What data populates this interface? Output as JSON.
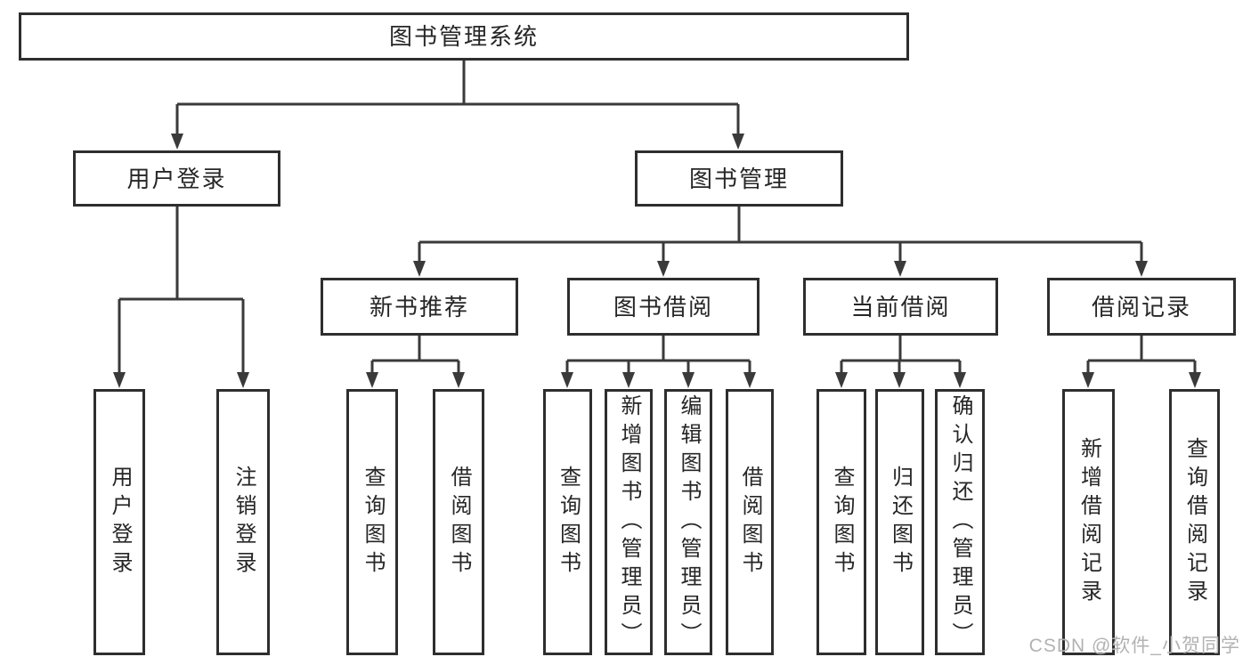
{
  "nodes": {
    "root": "图书管理系统",
    "userLogin": "用户登录",
    "bookMgmt": "图书管理",
    "newBookRecommend": "新书推荐",
    "bookBorrow": "图书借阅",
    "currentBorrow": "当前借阅",
    "borrowRecord": "借阅记录",
    "leafUserLogin": "用户登录",
    "leafLogout": "注销登录",
    "leafQueryBook1": "查询图书",
    "leafBorrowBook1": "借阅图书",
    "leafQueryBook2": "查询图书",
    "leafAddBookAdmin": "新增图书（管理员）",
    "leafEditBookAdmin": "编辑图书（管理员）",
    "leafBorrowBook2": "借阅图书",
    "leafQueryBook3": "查询图书",
    "leafReturnBook": "归还图书",
    "leafConfirmReturnAdmin": "确认归还（管理员）",
    "leafAddBorrowRecord": "新增借阅记录",
    "leafQueryBorrowRecord": "查询借阅记录"
  },
  "structure": {
    "图书管理系统": [
      "用户登录",
      "图书管理"
    ],
    "用户登录": [
      "用户登录",
      "注销登录"
    ],
    "图书管理": [
      "新书推荐",
      "图书借阅",
      "当前借阅",
      "借阅记录"
    ],
    "新书推荐": [
      "查询图书",
      "借阅图书"
    ],
    "图书借阅": [
      "查询图书",
      "新增图书（管理员）",
      "编辑图书（管理员）",
      "借阅图书"
    ],
    "当前借阅": [
      "查询图书",
      "归还图书",
      "确认归还（管理员）"
    ],
    "借阅记录": [
      "新增借阅记录",
      "查询借阅记录"
    ]
  },
  "watermark": "CSDN @软件_小贺同学",
  "colors": {
    "line": "#3a3a3a",
    "box_border": "#2e2e2e",
    "text": "#262626",
    "watermark": "#b2b2b2",
    "background": "#ffffff"
  }
}
